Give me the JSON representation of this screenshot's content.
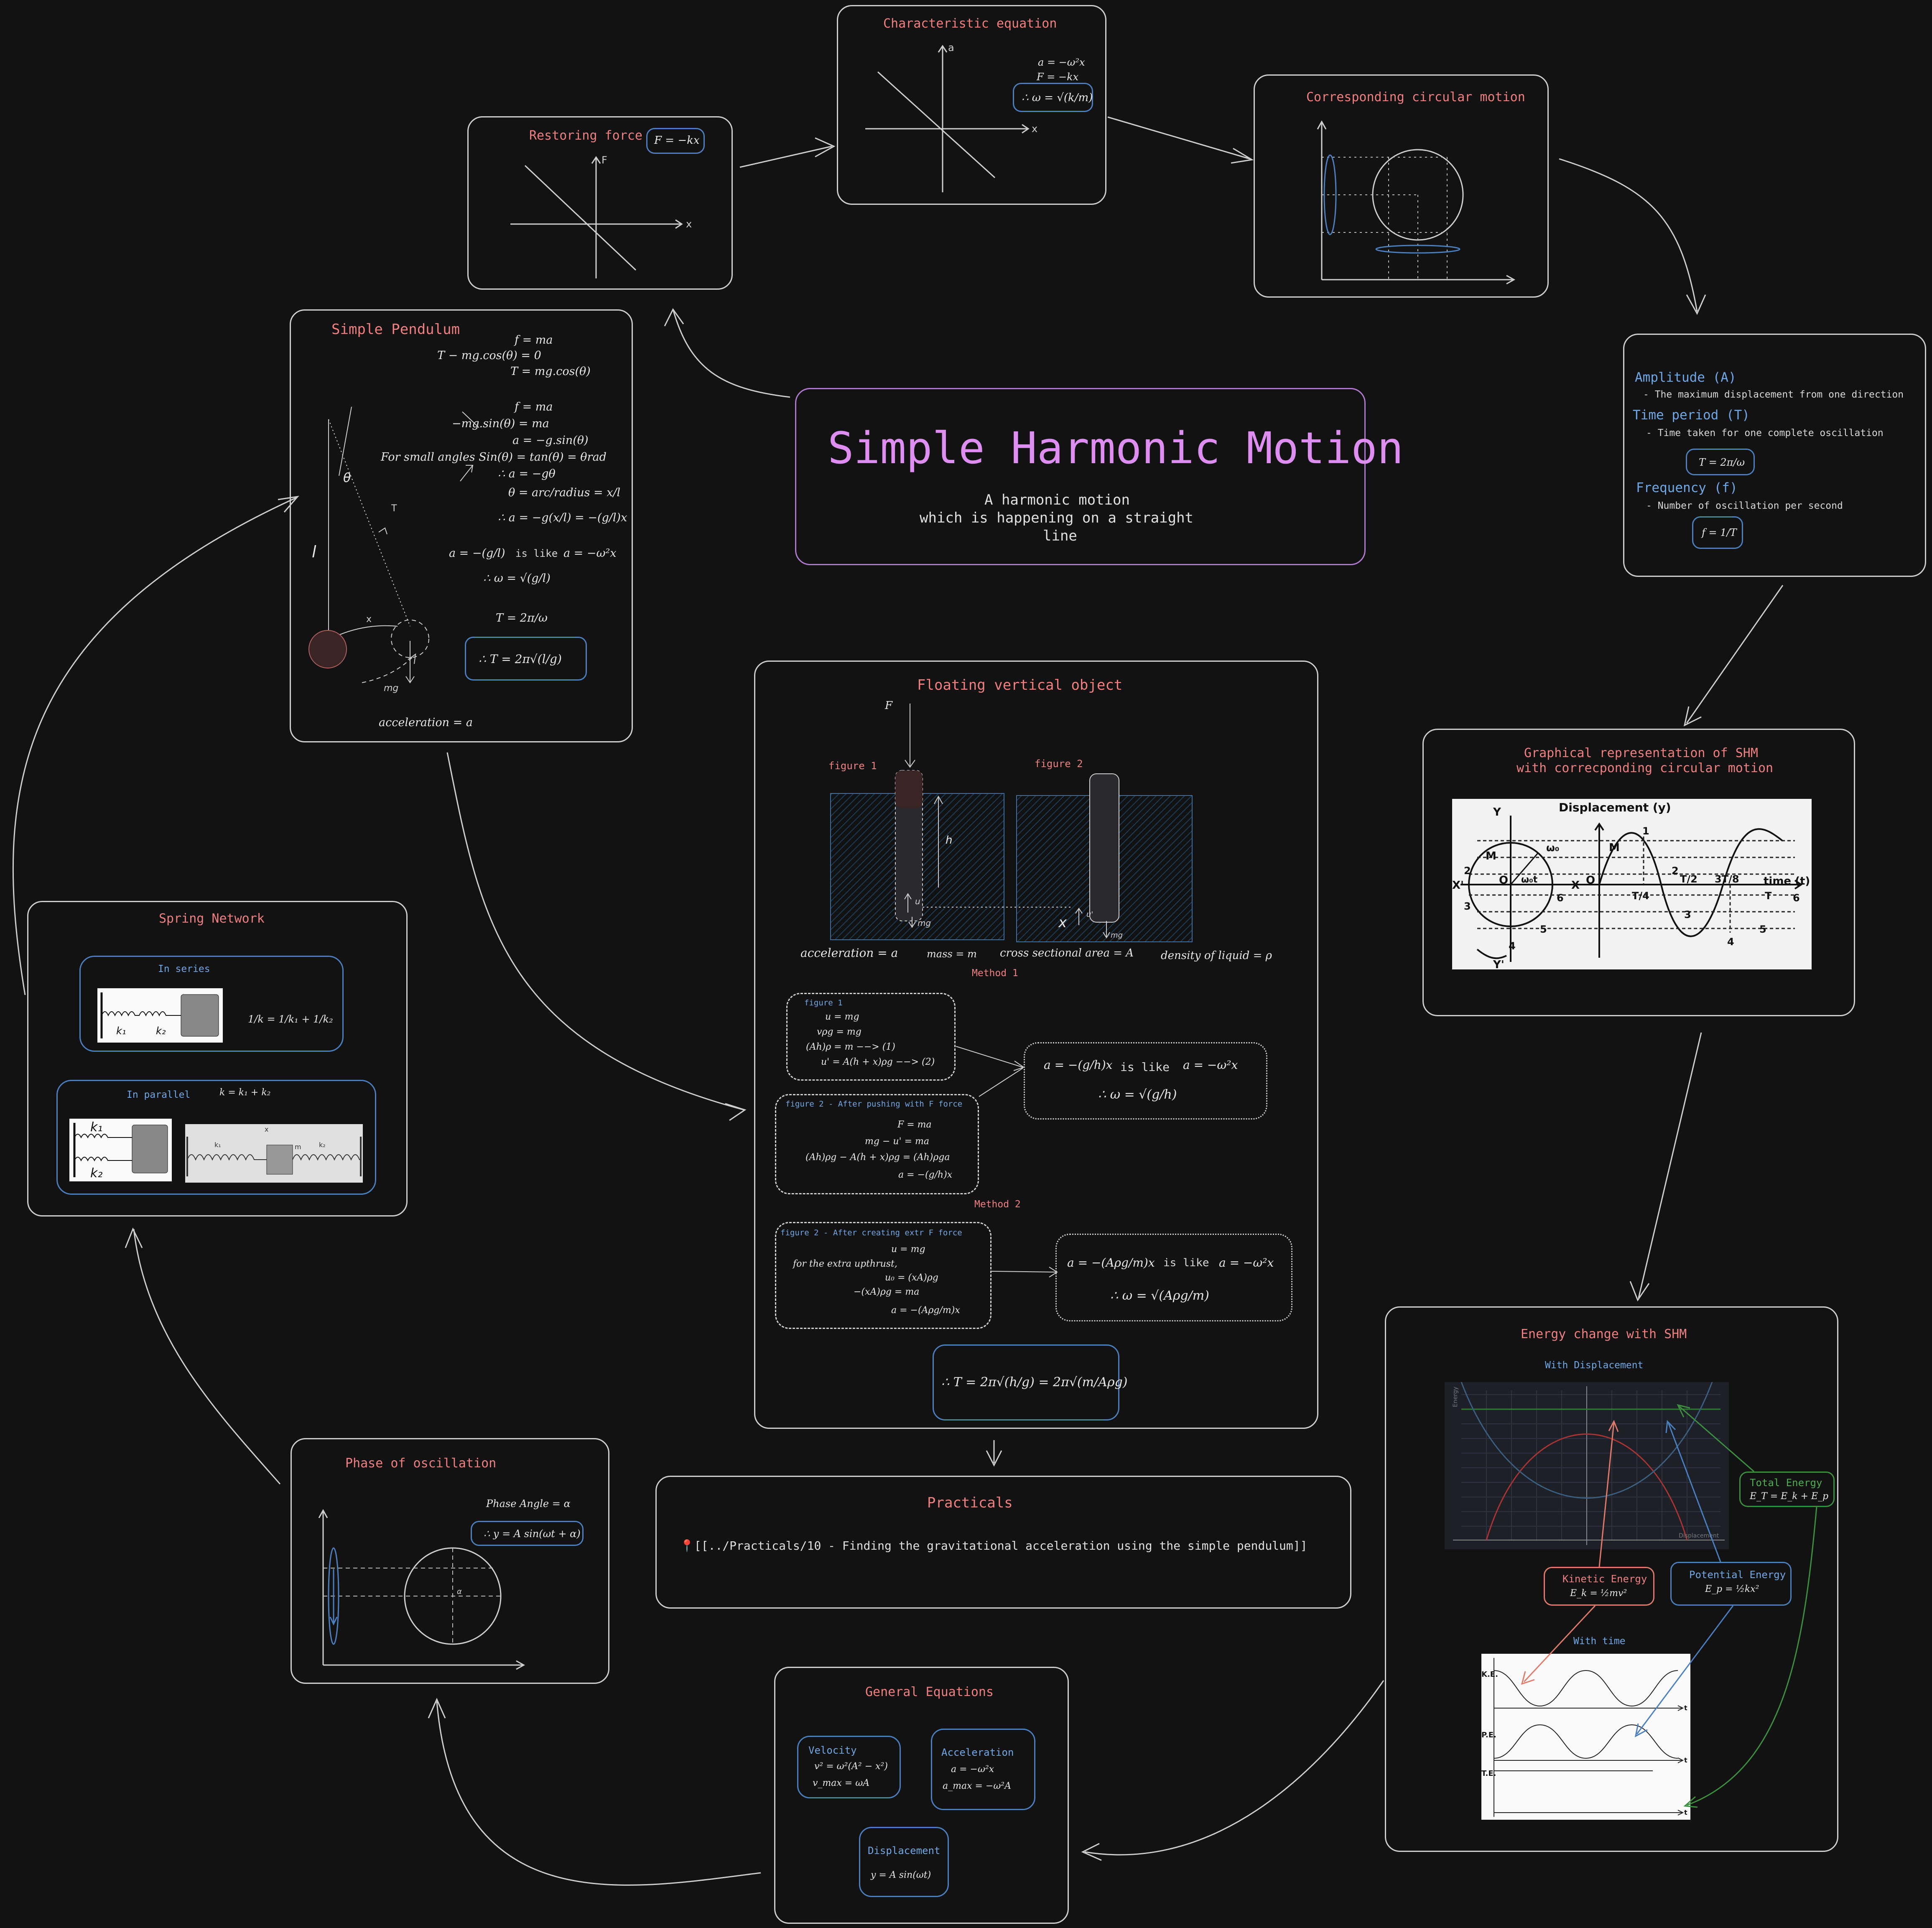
{
  "main": {
    "title": "Simple Harmonic Motion",
    "subtitle_lines": [
      "A harmonic motion",
      "which is happening on a straight",
      "line"
    ]
  },
  "restoring_force": {
    "title": "Restoring force",
    "formula": "F = −kx",
    "axis_y": "F",
    "axis_x": "x"
  },
  "characteristic": {
    "title": "Characteristic equation",
    "axis_y": "a",
    "axis_x": "x",
    "eq1": "a = −ω²x",
    "eq2": "F = −kx",
    "eq3": "∴ ω = √(k/m)"
  },
  "circular": {
    "title": "Corresponding circular motion"
  },
  "amplitude": {
    "amp_title": "Amplitude (A)",
    "amp_desc": "- The maximum displacement from one direction",
    "tp_title": "Time period (T)",
    "tp_desc": "- Time taken for one complete oscillation",
    "tp_formula": "T = 2π/ω",
    "freq_title": "Frequency (f)",
    "freq_desc": "- Number of oscillation per second",
    "freq_formula": "f = 1/T"
  },
  "pendulum": {
    "title": "Simple Pendulum",
    "lines": [
      "f = ma",
      "T − mg.cos(θ) = 0",
      "T = mg.cos(θ)",
      "f = ma",
      "−mg.sin(θ) = ma",
      "a = −g.sin(θ)",
      "For small angles Sin(θ) = tan(θ) = θrad",
      "∴ a = −gθ",
      "θ = arc/radius = x/l",
      "∴ a = −g(x/l) = −(g/l)x"
    ],
    "like_left": "a = −(g/l)",
    "like_word": "is like",
    "like_right": "a = −ω²x",
    "omega": "∴ ω = √(g/l)",
    "period": "T = 2π/ω",
    "result": "∴ T = 2π√(l/g)",
    "acceleration": "acceleration = a",
    "lbl_theta": "θ",
    "lbl_l": "l",
    "lbl_T": "T",
    "lbl_x": "x",
    "lbl_mg": "mg"
  },
  "floating": {
    "title": "Floating vertical object",
    "force_label": "F",
    "fig1": "figure 1",
    "fig2": "figure 2",
    "lbl_h": "h",
    "lbl_u": "u",
    "lbl_mg": "mg",
    "lbl_x": "x",
    "lbl_u2": "u'",
    "vars": [
      "acceleration = a",
      "mass = m",
      "cross sectional area = A",
      "density of liquid = ρ"
    ],
    "method1": "Method 1",
    "m1_fig1_title": "figure 1",
    "m1_fig1_lines": [
      "u = mg",
      "vρg = mg",
      "(Ah)ρ = m −−> (1)",
      "u' = A(h + x)ρg −−> (2)"
    ],
    "m1_fig2_title": "figure 2 - After pushing with F force",
    "m1_fig2_lines": [
      "F = ma",
      "mg − u' = ma",
      "(Ah)ρg − A(h + x)ρg = (Ah)ρga",
      "a = −(g/h)x"
    ],
    "m1_result_a": "a = −(g/h)x",
    "m1_result_like": "is like",
    "m1_result_b": "a = −ω²x",
    "m1_result_omega": "∴ ω = √(g/h)",
    "method2": "Method 2",
    "m2_title": "figure 2 - After creating extr F force",
    "m2_lines": [
      "u = mg",
      "for the extra upthrust,",
      "u₀ = (xA)ρg",
      "−(xA)ρg = ma",
      "a = −(Aρg/m)x"
    ],
    "m2_result_a": "a = −(Aρg/m)x",
    "m2_result_like": "is like",
    "m2_result_b": "a = −ω²x",
    "m2_result_omega": "∴ ω = √(Aρg/m)",
    "final": "∴ T = 2π√(h/g) = 2π√(m/Aρg)"
  },
  "graphical": {
    "title_lines": [
      "Graphical representation of SHM",
      "with correcponding circular motion"
    ],
    "disp": "Displacement (y)",
    "time": "time (t)",
    "Y": "Y",
    "Yp": "Y'",
    "Xp": "X'",
    "X": "X",
    "O": "O",
    "M": "M",
    "w0": "ω₀",
    "w0t": "ω₀t",
    "ticks": [
      "T/4",
      "T/2",
      "3T/8",
      "T"
    ],
    "pts": [
      "1",
      "2",
      "3",
      "4",
      "5",
      "6"
    ]
  },
  "spring": {
    "title": "Spring Network",
    "series": "In series",
    "series_eq": "1/k = 1/k₁ + 1/k₂",
    "parallel": "In parallel",
    "parallel_eq": "k = k₁ + k₂",
    "k1": "k₁",
    "k2": "k₂",
    "m": "m",
    "x": "x"
  },
  "energy": {
    "title": "Energy change with SHM",
    "with_disp": "With Displacement",
    "y_axis": "Energy",
    "x_axis": "Displacement",
    "total_title": "Total Energy",
    "total_eq": "E_T = E_k + E_p",
    "ke_title": "Kinetic Energy",
    "ke_eq": "E_k = ½mv²",
    "pe_title": "Potential Energy",
    "pe_eq": "E_p = ½kx²",
    "with_time": "With time",
    "ke_lbl": "K.E.",
    "pe_lbl": "P.E.",
    "te_lbl": "T.E.",
    "t": "t"
  },
  "practicals": {
    "title": "Practicals",
    "link": "📍[[../Practicals/10 - Finding the gravitational acceleration using the simple pendulum]]"
  },
  "phase": {
    "title": "Phase of oscillation",
    "angle": "Phase Angle = α",
    "eq": "∴ y = A sin(ωt + α)",
    "alpha": "α"
  },
  "general": {
    "title": "General Equations",
    "vel_title": "Velocity",
    "vel_l1": "v² = ω²(A² − x²)",
    "vel_l2": "v_max = ωA",
    "acc_title": "Acceleration",
    "acc_l1": "a = −ω²x",
    "acc_l2": "a_max = −ω²A",
    "disp_title": "Displacement",
    "disp_l1": "y = A sin(ωt)"
  },
  "colors": {
    "title_pink": "#f07f7f",
    "accent_blue": "#4a7fc0",
    "heading_purple": "#dd8ef0",
    "green": "#4caf50"
  }
}
